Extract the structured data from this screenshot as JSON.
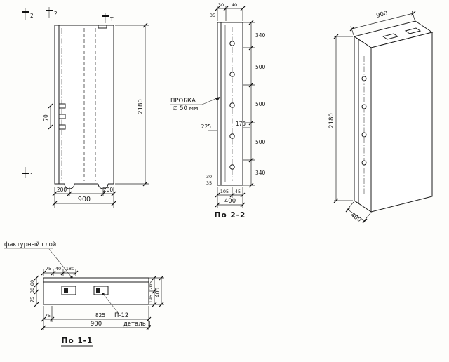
{
  "colors": {
    "ink": "#1a1a1a",
    "detail": "#8b3522"
  },
  "front": {
    "dim_height": "2180",
    "dim_width": "900",
    "dim_seg_left": "200",
    "dim_seg_right": "200",
    "dim_lugs": "70",
    "marker_top_a": "2",
    "marker_top_b": "2",
    "marker_top_c": "Т",
    "marker_bottom": "1"
  },
  "section2": {
    "title": "По 2-2",
    "callout_line1": "ПРОБКА",
    "callout_line2": "∅ 50 мм",
    "chain": [
      "340",
      "500",
      "500",
      "500",
      "340"
    ],
    "dim_top_a": "30",
    "dim_top_b": "40",
    "dim_top_c": "35",
    "dim_mid_a": "225",
    "dim_mid_b": "175",
    "dim_bot_a": "30",
    "dim_bot_b": "35",
    "dim_bot_c": "105",
    "dim_bot_d": "45",
    "dim_width": "400"
  },
  "iso": {
    "dim_width": "900",
    "dim_height": "2180",
    "dim_depth": "400"
  },
  "section1": {
    "title": "По 1-1",
    "label_layer": "фактурный слой",
    "label_channel": "П-12",
    "label_detail": "деталь 1",
    "dim_top_a": "75",
    "dim_top_b": "40",
    "dim_top_c": "180",
    "dim_left_a": "80",
    "dim_left_b": "30",
    "dim_left_c": "75",
    "dim_right_a": "205",
    "dim_right_b": "195",
    "dim_right_depth": "400",
    "dim_bot_a": "75",
    "dim_bot_b": "825",
    "dim_width": "900"
  }
}
